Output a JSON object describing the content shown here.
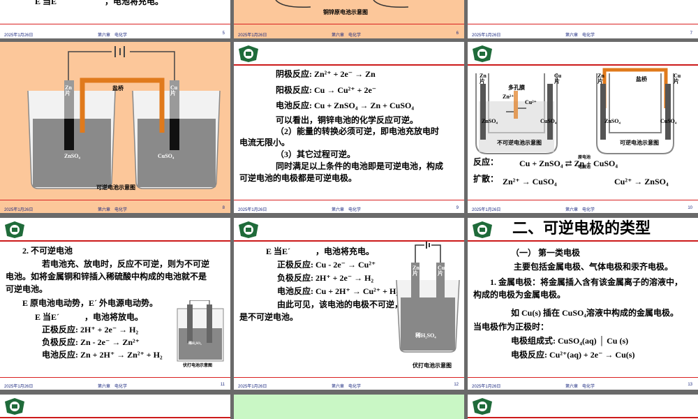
{
  "footers": {
    "date": "2025年1月26日",
    "chapter": "第六章　电化学",
    "nums": [
      "5",
      "6",
      "7",
      "8",
      "9",
      "10",
      "11",
      "12",
      "13"
    ]
  },
  "s5": {
    "line": "，电池将充电。",
    "e_label": "E 当E´"
  },
  "s6": {
    "caption": "铜锌原电池示意图"
  },
  "s8": {
    "saltbridge": "盐桥",
    "zn": "Zn片",
    "cu": "Cu片",
    "sol_left": "ZnSO₄",
    "sol_right": "CuSO₄",
    "caption": "可逆电池示意图"
  },
  "s9": {
    "cathode": "阴极反应: Zn²⁺ + 2e⁻ → Zn",
    "anode": "阳极反应: Cu → Cu²⁺ + 2e⁻",
    "cell": "电池反应: Cu + ZnSO₄ → Zn + CuSO₄",
    "p1": "可以看出，铜锌电池的化学反应可逆。",
    "p2a": "（2）能量的转换必须可逆，即电池充放电时",
    "p2b": "电流无限小。",
    "p3": "（3）其它过程可逆。",
    "p4a": "同时满足以上条件的电池即是可逆电池，构成",
    "p4b": "可逆电池的电极都是可逆电极。"
  },
  "s10": {
    "membrane": "多孔膜",
    "zn": "Zn片",
    "cu": "Cu片",
    "saltbridge": "盐桥",
    "left_caption": "不可逆电池示意图",
    "right_caption": "可逆电池示意图",
    "reaction_label": "反应：",
    "reaction": "Cu + ZnSO₄ ⇄ Zn + CuSO₄",
    "up": "原电池",
    "down": "电解池",
    "diffusion_label": "扩散：",
    "diff1": "Zn²⁺ → CuSO₄",
    "diff2": "Cu²⁺ → ZnSO₄",
    "zn_ion": "Zn²⁺",
    "cu_ion": "Cu²⁺",
    "sol_left": "ZnSO₄",
    "sol_right": "CuSO₄"
  },
  "s11": {
    "h": "2. 不可逆电池",
    "p1a": "若电池充、放电时，反应不可逆，则为不可逆",
    "p1b": "电池。如将金属铜和锌插入稀硫酸中构成的电池就不是",
    "p1c": "可逆电池。",
    "emf": "E 原电池电动势，E´ 外电源电动势。",
    "e_cond": "E 当E´　　　，电池将放电。",
    "r1": "正极反应: 2H⁺ + 2e⁻ → H₂",
    "r2": "负极反应: Zn - 2e⁻ → Zn²⁺",
    "r3": "电池反应: Zn + 2H⁺ → Zn²⁺ + H₂",
    "caption": "伏打电池示意图",
    "sol": "稀H₂SO₄"
  },
  "s12": {
    "e_cond": "E 当E´　　　，电池将充电。",
    "r1": "正极反应: Cu - 2e⁻ → Cu²⁺",
    "r2": "负极反应: 2H⁺ + 2e⁻ → H₂",
    "r3": "电池反应: Cu + 2H⁺ → Cu²⁺ + H₂",
    "p1": "由此可见，该电池的电极不可逆，该电池",
    "p2": "是不可逆电池。",
    "zn": "Zn片",
    "cu": "Cu片",
    "sol": "稀H₂SO₄",
    "caption": "伏打电池示意图"
  },
  "s13": {
    "title": "二、可逆电极的类型",
    "sub": "（一）  第一类电极",
    "p1": "主要包括金属电极、气体电极和汞齐电极。",
    "p2a": "1. 金属电极：将金属插入含有该金属离子的溶液中，",
    "p2b": "构成的电极为金属电极。",
    "p3": "如 Cu(s) 插在 CuSO₄溶液中构成的金属电极。",
    "p4": "当电极作为正极时：",
    "p5": "电极组成式: CuSO₄(aq) │ Cu (s)",
    "p6": "电极反应: Cu²⁺(aq) + 2e⁻ → Cu(s)"
  },
  "colors": {
    "accent_red": "#d92020",
    "footer_blue": "#1d2b80",
    "peach": "#fcc79a",
    "mint": "#c9f7c5",
    "logo_green": "#1f6b3a",
    "bridge_orange": "#e07a1c"
  }
}
